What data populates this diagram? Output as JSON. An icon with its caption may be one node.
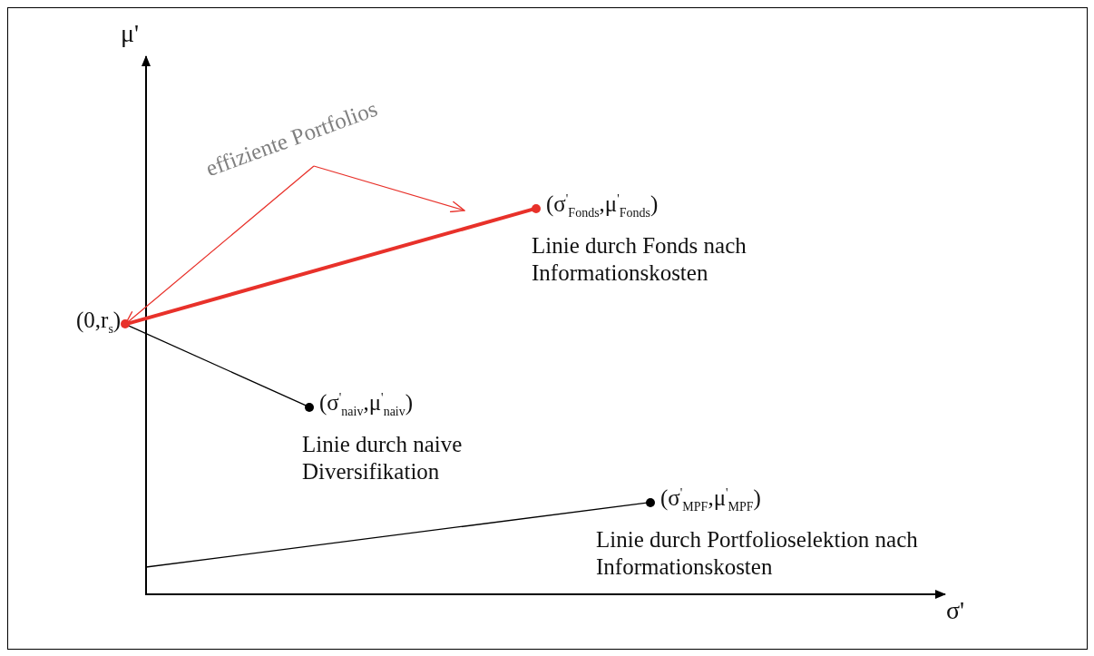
{
  "diagram": {
    "nodes": [
      {
        "text": [
          "(0,r$_{s}$)"
        ]
      },
      {
        "text": [
          "(σ$^{'}$$_{Fonds}$,μ$^{'}$$_{Fonds}$)",
          "Linie durch Fonds nach Informationskosten"
        ]
      },
      {
        "text": [
          "(σ$^{'}$$_{naiv}$,μ$^{'}$$_{naiv}$)",
          "Linie durch naive Diversifikation"
        ]
      },
      {
        "text": [
          "(σ$^{'}$$_{MPF}$,μ$^{'}$$_{MPF}$)",
          "Linie durch Portfolioselektion nach Informationskosten"
        ]
      },
      {
        "text": [
          "effiziente Portfolios"
        ]
      }
    ],
    "edges": [
      {
        "from": 0,
        "to": 1,
        "arrow": "none",
        "style": "thick",
        "color": "#e8312a"
      },
      {
        "from": 0,
        "to": 2,
        "arrow": "none",
        "color": "#000000"
      },
      {
        "from": null,
        "to": 3,
        "arrow": "none",
        "color": "#000000"
      },
      {
        "from": 4,
        "to": 0,
        "arrow": "to",
        "color": "#e8312a"
      },
      {
        "from": 4,
        "to": null,
        "arrow": "to",
        "color": "#e8312a"
      }
    ],
    "labels": [
      "μ'",
      "σ'"
    ]
  }
}
